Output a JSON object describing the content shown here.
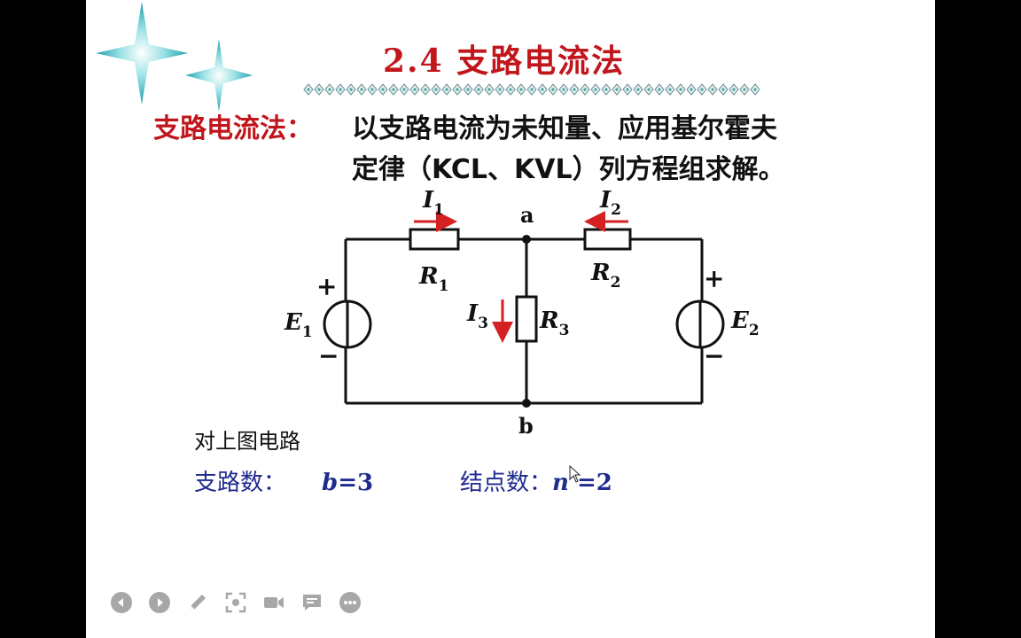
{
  "slide": {
    "title": "2.4  支路电流法",
    "definition": {
      "label": "支路电流法：",
      "line1": "以支路电流为未知量、应用基尔霍夫",
      "line2": "定律（KCL、KVL）列方程组求解。"
    },
    "circuit": {
      "nodes": [
        "a",
        "b"
      ],
      "currents": [
        {
          "symbol": "I",
          "sub": "1"
        },
        {
          "symbol": "I",
          "sub": "2"
        },
        {
          "symbol": "I",
          "sub": "3"
        }
      ],
      "resistors": [
        {
          "symbol": "R",
          "sub": "1"
        },
        {
          "symbol": "R",
          "sub": "2"
        },
        {
          "symbol": "R",
          "sub": "3"
        }
      ],
      "sources": [
        {
          "symbol": "E",
          "sub": "1"
        },
        {
          "symbol": "E",
          "sub": "2"
        }
      ],
      "plus": "+",
      "minus": "−"
    },
    "caption": "对上图电路",
    "branches": {
      "label": "支路数：",
      "var": "b",
      "value": "=3"
    },
    "nodes_count": {
      "label": "结点数：",
      "var": "n",
      "value": " =2"
    },
    "colors": {
      "title_red": "#c0161c",
      "arrow_red": "#d42020",
      "blue_text": "#1f2b8f",
      "divider_teal": "#3aa6a0"
    }
  },
  "toolbar": {
    "icons": [
      "previous-icon",
      "next-icon",
      "pen-icon",
      "screenshot-icon",
      "camera-icon",
      "comment-icon",
      "more-icon"
    ]
  }
}
